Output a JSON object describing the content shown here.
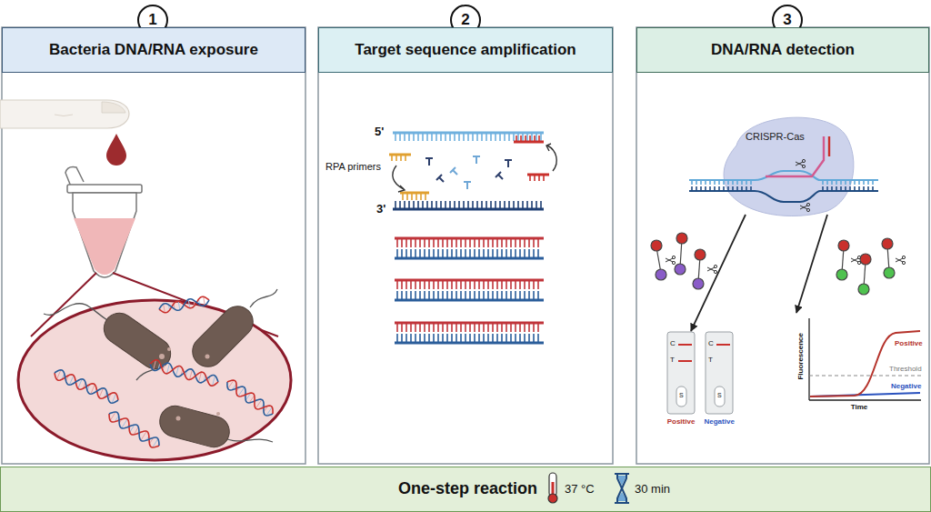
{
  "diagram": {
    "nodes": [
      {
        "text": [
          "1"
        ]
      },
      {
        "text": [
          "Bacteria DNA/RNA exposure"
        ]
      },
      {
        "text": [
          "2"
        ]
      },
      {
        "text": [
          "Target sequence amplification"
        ]
      },
      {
        "text": [
          "3"
        ]
      },
      {
        "text": [
          "DNA/RNA detection"
        ]
      },
      {
        "text": [
          "CRISPR-Cas"
        ]
      },
      {
        "text": [
          "C",
          "T",
          "S",
          "Positive"
        ]
      },
      {
        "text": [
          "C",
          "T",
          "S",
          "Negative"
        ]
      },
      {
        "text": [
          "Fluorescence",
          "Time",
          "Positive",
          "Threshold",
          "Negative"
        ]
      },
      {
        "text": [
          "One-step reaction",
          "37 °C",
          "30 min"
        ]
      }
    ],
    "edges": [
      {
        "from": 6,
        "to": 7,
        "arrow": "to"
      },
      {
        "from": 6,
        "to": 9,
        "arrow": "to"
      }
    ],
    "labels": [
      "5'",
      "RPA primers",
      "3'"
    ]
  }
}
